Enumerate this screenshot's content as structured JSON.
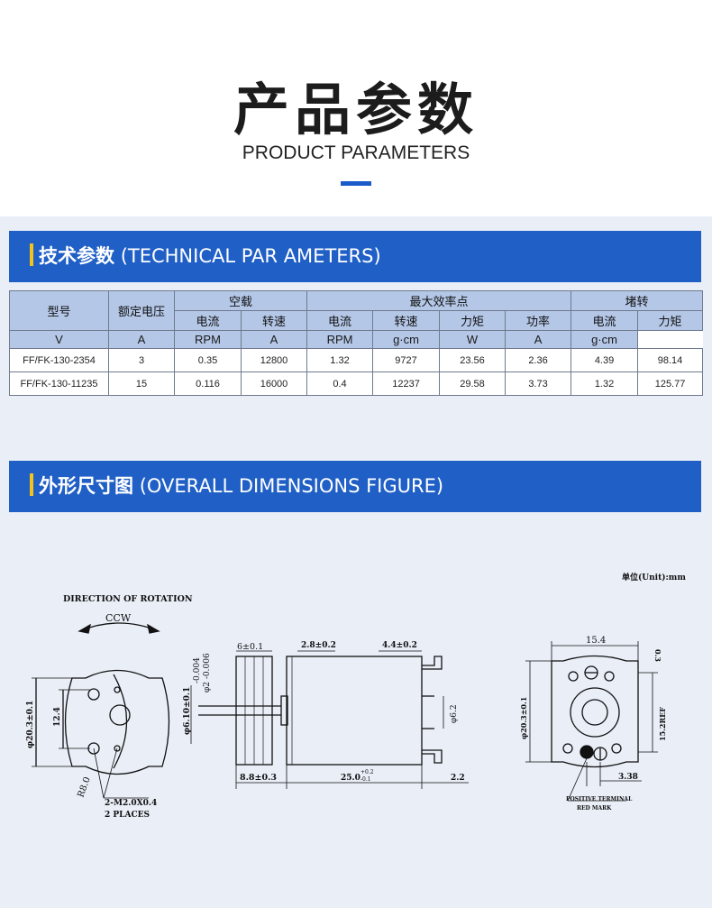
{
  "hero": {
    "title": "产品参数",
    "subtitle": "PRODUCT PARAMETERS"
  },
  "technical": {
    "title_cn": "技术参数",
    "title_en": "(TECHNICAL PAR AMETERS)",
    "headers": {
      "model": "型号",
      "rated_voltage": "额定电压",
      "no_load": "空载",
      "max_efficiency": "最大效率点",
      "stall": "堵转",
      "current": "电流",
      "speed": "转速",
      "torque": "力矩",
      "power": "功率"
    },
    "units": [
      "V",
      "A",
      "RPM",
      "A",
      "RPM",
      "g·cm",
      "W",
      "A",
      "g·cm"
    ],
    "rows": [
      [
        "FF/FK-130-2354",
        "3",
        "0.35",
        "12800",
        "1.32",
        "9727",
        "23.56",
        "2.36",
        "4.39",
        "98.14"
      ],
      [
        "FF/FK-130-11235",
        "15",
        "0.116",
        "16000",
        "0.4",
        "12237",
        "29.58",
        "3.73",
        "1.32",
        "125.77"
      ]
    ]
  },
  "dimensions": {
    "title_cn": "外形尺寸图",
    "title_en": "(OVERALL DIMENSIONS FIGURE)",
    "unit_note": "单位(Unit):mm",
    "labels": {
      "direction": "DIRECTION OF ROTATION",
      "ccw": "CCW",
      "d20_left": "φ20.3±0.1",
      "d12_4": "12.4",
      "r8": "R8.0",
      "holes_1": "2-M2.0X0.4",
      "holes_2": "2 PLACES",
      "d6_1": "6±0.1",
      "d2_8": "2.8±0.2",
      "d4_4": "4.4±0.2",
      "shaft_tol_1": "-0.004",
      "shaft_tol_2": "φ2 -0.006",
      "d6_10": "φ6.10±0.1",
      "d6_2": "φ6.2",
      "d8_8": "8.8±0.3",
      "d25": "25.0",
      "d25_tol_top": "+0.2",
      "d25_tol_bot": "-0.1",
      "d2_2": "2.2",
      "d15_4": "15.4",
      "d0_3": "0.3",
      "d20_right": "φ20.3±0.1",
      "d15_2": "15.2REF",
      "d3_38": "3.38",
      "pos_terminal": "POSITIVE TERMINAL",
      "red_mark": "RED MARK"
    }
  }
}
